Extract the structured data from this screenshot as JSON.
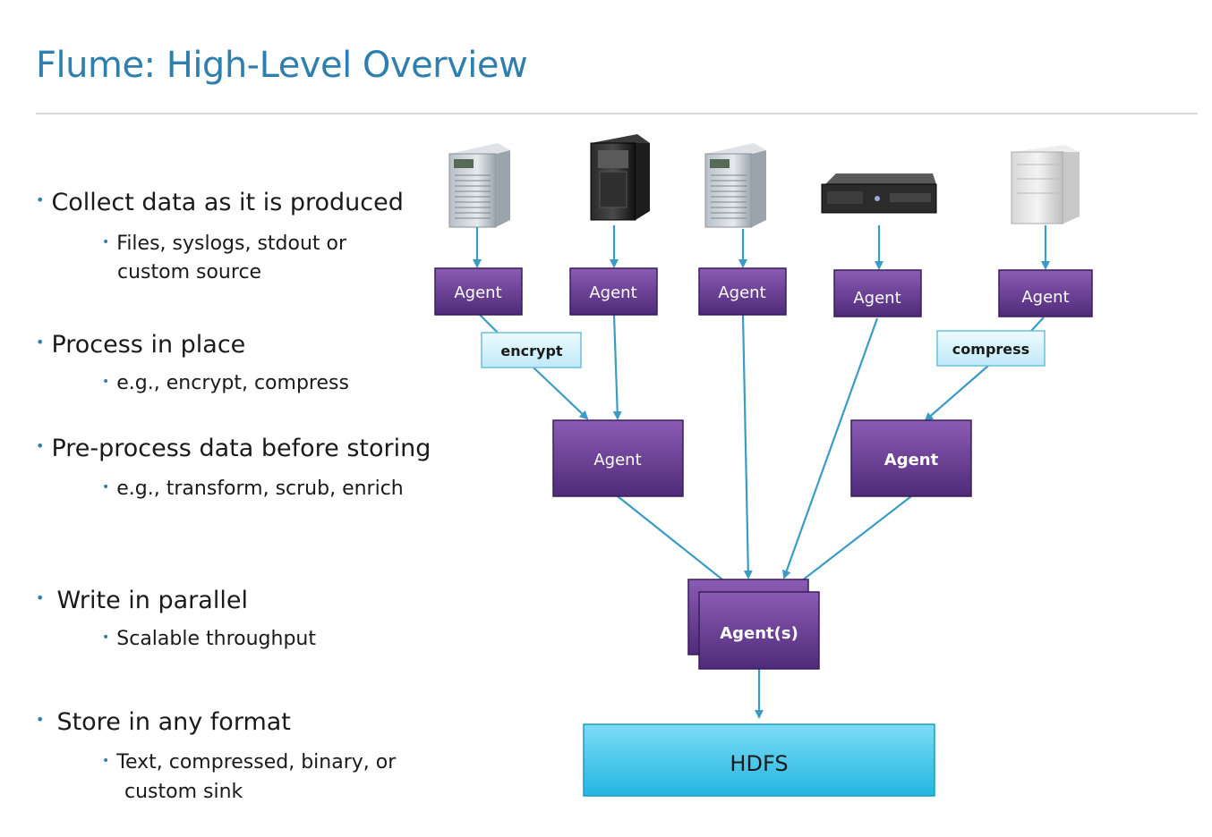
{
  "title": "Flume: High-Level Overview",
  "bullets": [
    {
      "text": "Collect data as it is produced",
      "sub": [
        "Files, syslogs, stdout or",
        "custom source"
      ]
    },
    {
      "text": "Process in place",
      "sub": [
        "e.g., encrypt, compress"
      ]
    },
    {
      "text": "Pre-process data before storing",
      "sub": [
        "e.g., transform, scrub, enrich"
      ]
    },
    {
      "text": "Write in parallel",
      "sub": [
        "Scalable throughput"
      ]
    },
    {
      "text": "Store in any format",
      "sub": [
        "Text, compressed, binary, or",
        "custom sink"
      ]
    }
  ],
  "diagram": {
    "agent_label": "Agent",
    "agents_plural_label": "Agent(s)",
    "encrypt_label": "encrypt",
    "compress_label": "compress",
    "hdfs_label": "HDFS",
    "sources": [
      "server-tower-icon",
      "dark-tower-icon",
      "server-tower-icon",
      "rack-server-icon",
      "silver-tower-icon"
    ],
    "colors": {
      "agent": "#6a3d94",
      "agent_dark": "#4a2570",
      "op_box": "#d8f2fb",
      "hdfs": "#3cc6ec",
      "arrow": "#3a9cc4"
    }
  }
}
